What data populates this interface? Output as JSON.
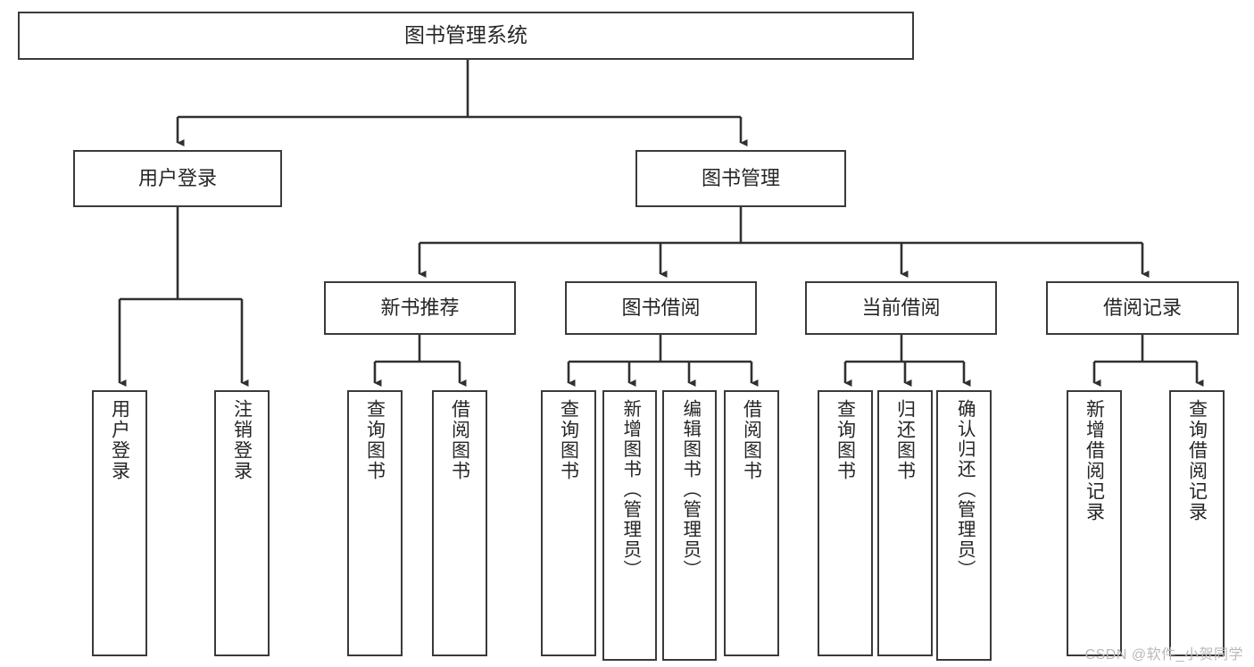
{
  "diagram": {
    "title": "图书管理系统",
    "watermark": "CSDN @软件_小贺同学",
    "levels": {
      "root": "图书管理系统",
      "level2": [
        "用户登录",
        "图书管理"
      ],
      "level3": [
        "新书推荐",
        "图书借阅",
        "当前借阅",
        "借阅记录"
      ],
      "level4": [
        "用户登录",
        "注销登录",
        "查询图书",
        "借阅图书",
        "查询图书",
        "新增图书（管理员）",
        "编辑图书（管理员）",
        "借阅图书",
        "查询图书",
        "归还图书",
        "确认归还（管理员）",
        "新增借阅记录",
        "查询借阅记录"
      ]
    },
    "nodes": {
      "root": "图书管理系统",
      "user_login": "用户登录",
      "book_manage": "图书管理",
      "new_book_rec": "新书推荐",
      "book_borrow": "图书借阅",
      "current_borrow": "当前借阅",
      "borrow_record": "借阅记录",
      "leaf_user_login": "用户登录",
      "leaf_logout": "注销登录",
      "leaf_query_book_a": "查询图书",
      "leaf_borrow_book_a": "借阅图书",
      "leaf_query_book_b": "查询图书",
      "leaf_add_book_admin": "新增图书（管理员）",
      "leaf_edit_book_admin": "编辑图书（管理员）",
      "leaf_borrow_book_b": "借阅图书",
      "leaf_query_book_c": "查询图书",
      "leaf_return_book": "归还图书",
      "leaf_confirm_return_admin": "确认归还（管理员）",
      "leaf_add_record": "新增借阅记录",
      "leaf_query_record": "查询借阅记录"
    },
    "colors": {
      "border": "#3a3a3a",
      "text": "#262626",
      "background": "#ffffff",
      "watermark": "#b9b9b9"
    }
  }
}
